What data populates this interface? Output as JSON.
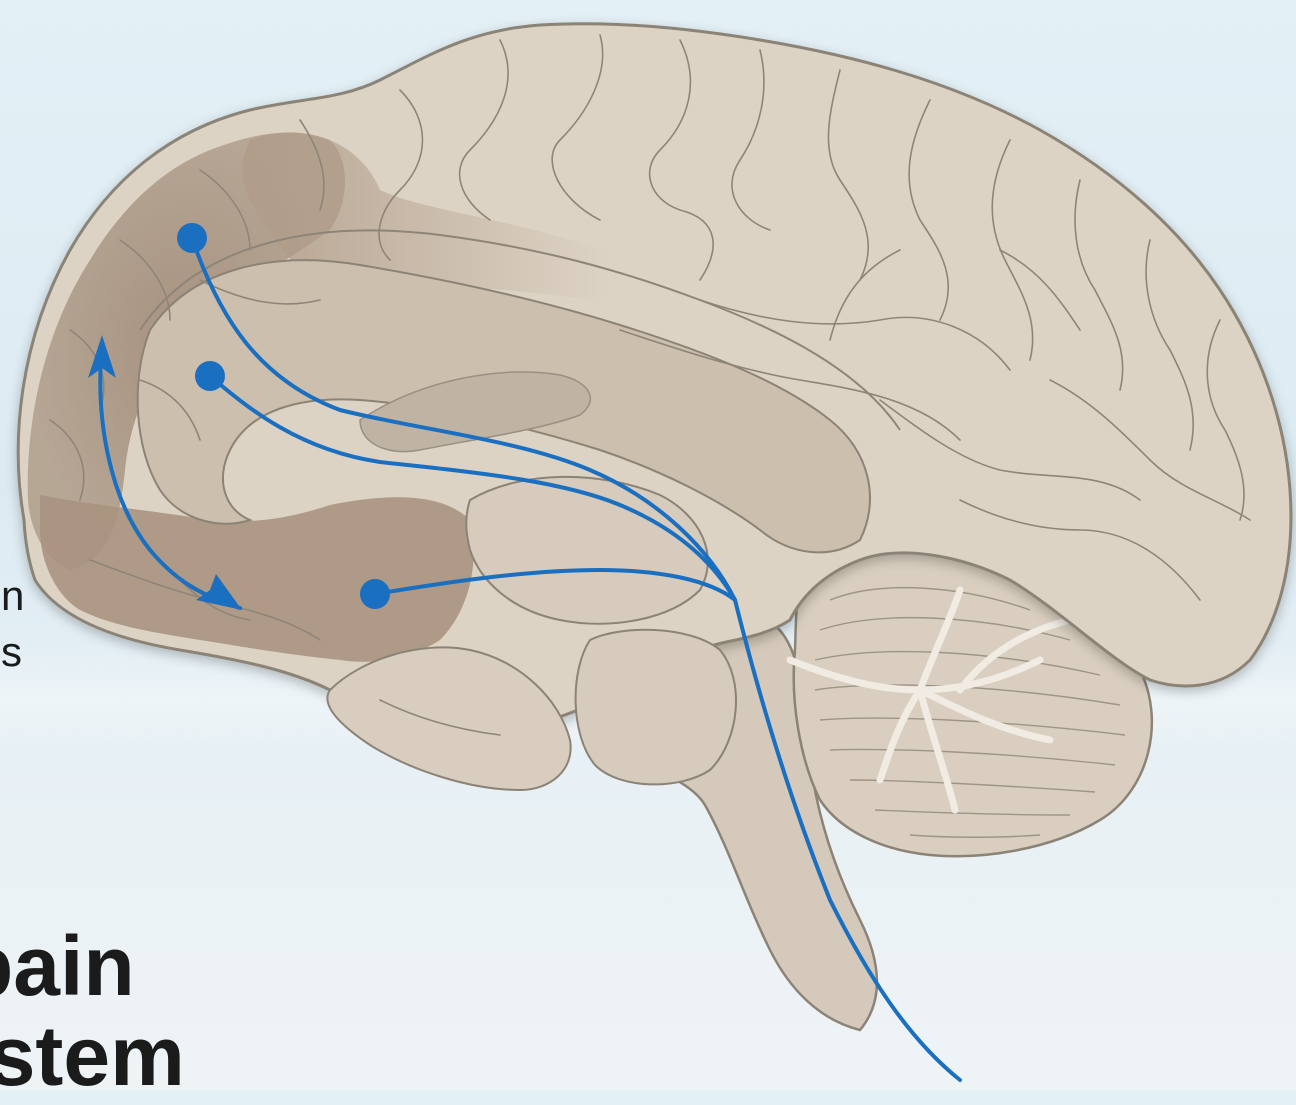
{
  "figure": {
    "side_label_line1": "n",
    "side_label_line2": "s",
    "heading_line1": "pain",
    "heading_line2": "ystem"
  },
  "colors": {
    "background": "#e3eff5",
    "brain_tissue": "#ddd3c5",
    "brain_outline": "#8b8376",
    "highlight_region": "#a5907d",
    "pathway": "#1a6fc0"
  }
}
